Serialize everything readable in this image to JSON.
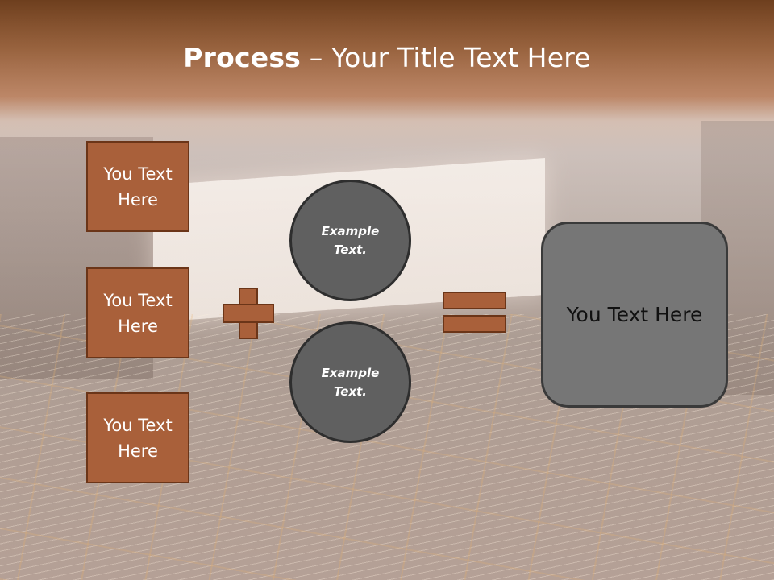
{
  "slide": {
    "title_bold": "Process",
    "title_rest": " – Your Title Text Here",
    "left_boxes": [
      {
        "label": "You Text Here"
      },
      {
        "label": "You Text Here"
      },
      {
        "label": "You Text Here"
      }
    ],
    "circles": [
      {
        "label": "Example Text."
      },
      {
        "label": "Example Text."
      }
    ],
    "result": {
      "label": "You Text Here"
    },
    "colors": {
      "accent": "#a9603a",
      "accent_border": "#6b3518",
      "circle_fill": "#606060",
      "result_fill": "#767676",
      "title_text": "#ffffff"
    }
  }
}
